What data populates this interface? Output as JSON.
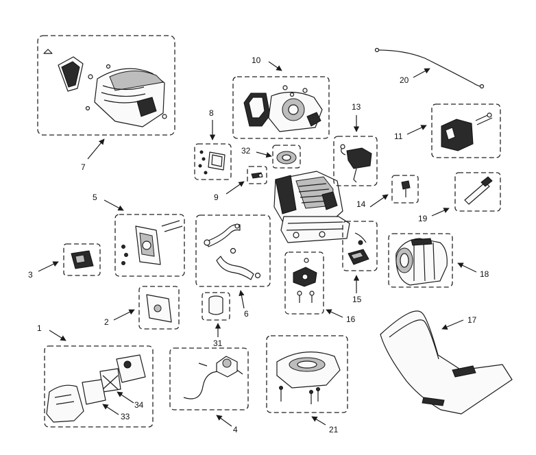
{
  "callouts": {
    "c1": "1",
    "c2": "2",
    "c3": "3",
    "c4": "4",
    "c5": "5",
    "c6": "6",
    "c7": "7",
    "c8": "8",
    "c9": "9",
    "c10": "10",
    "c11": "11",
    "c13": "13",
    "c14": "14",
    "c15": "15",
    "c16": "16",
    "c17": "17",
    "c18": "18",
    "c19": "19",
    "c20": "20",
    "c21": "21",
    "c31": "31",
    "c32": "32",
    "c33": "33",
    "c34": "34"
  },
  "colors": {
    "line": "#1a1a1a",
    "dark_part": "#2a2a2a",
    "shade": "#bdbdbd",
    "background": "#ffffff"
  }
}
